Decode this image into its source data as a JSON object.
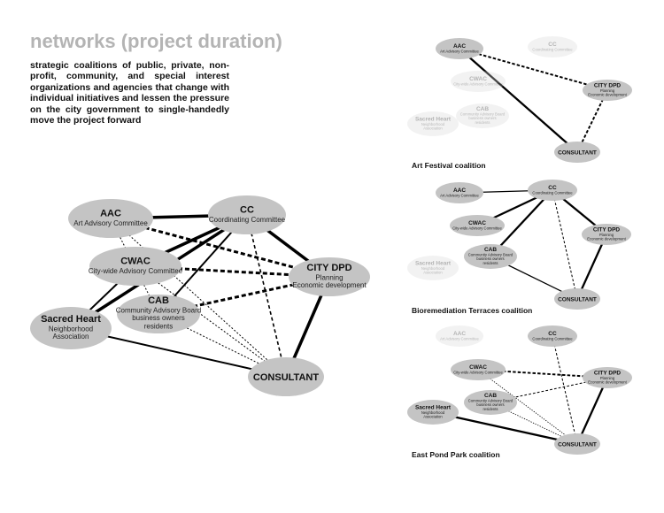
{
  "title": "networks (project duration)",
  "description": "strategic coalitions of public, private, non-profit, community, and special interest organizations and agencies that change with individual initiatives and lessen the pressure on the city government to single-handedly move the project forward",
  "entities": {
    "AAC": {
      "abbr": "AAC",
      "lines": [
        "Art Advisory Committee"
      ]
    },
    "CC": {
      "abbr": "CC",
      "lines": [
        "Coordinating Committee"
      ]
    },
    "CWAC": {
      "abbr": "CWAC",
      "lines": [
        "City-wide Advisory Committee"
      ]
    },
    "CAB": {
      "abbr": "CAB",
      "lines": [
        "Community Advisory Board",
        "business owners",
        "residents"
      ]
    },
    "CITY": {
      "abbr": "CITY DPD",
      "lines": [
        "Planning",
        "Economic development"
      ]
    },
    "SH": {
      "abbr": "Sacred Heart",
      "lines": [
        "Neighborhood",
        "Association"
      ]
    },
    "CONS": {
      "abbr": "CONSULTANT",
      "lines": []
    }
  },
  "networks": [
    {
      "id": "main",
      "caption": "",
      "active": [
        "AAC",
        "CC",
        "CWAC",
        "CAB",
        "CITY",
        "SH",
        "CONS"
      ],
      "edges": [
        [
          "AAC",
          "CC",
          "solid-heavy"
        ],
        [
          "AAC",
          "CITY",
          "dashed-heavy"
        ],
        [
          "AAC",
          "CAB",
          "dotted"
        ],
        [
          "AAC",
          "CONS",
          "dotted"
        ],
        [
          "CC",
          "CITY",
          "solid-heavy"
        ],
        [
          "CC",
          "CWAC",
          "solid-heavy"
        ],
        [
          "CC",
          "CAB",
          "solid"
        ],
        [
          "CC",
          "SH",
          "solid-heavy"
        ],
        [
          "CC",
          "CONS",
          "dashed"
        ],
        [
          "CWAC",
          "CITY",
          "dashed-heavy"
        ],
        [
          "CWAC",
          "SH",
          "solid"
        ],
        [
          "CWAC",
          "CONS",
          "dotted"
        ],
        [
          "CAB",
          "CITY",
          "dashed-heavy"
        ],
        [
          "CAB",
          "CONS",
          "dotted"
        ],
        [
          "CITY",
          "CONS",
          "solid-heavy"
        ],
        [
          "SH",
          "CONS",
          "solid"
        ]
      ]
    },
    {
      "id": "art-festival",
      "caption": "Art Festival coalition",
      "active": [
        "AAC",
        "CITY",
        "CONS"
      ],
      "edges": [
        [
          "AAC",
          "CITY",
          "dashed-heavy"
        ],
        [
          "AAC",
          "CONS",
          "solid-heavy"
        ],
        [
          "CITY",
          "CONS",
          "dashed-heavy"
        ]
      ]
    },
    {
      "id": "bioremediation",
      "caption": "Bioremediation Terraces coalition",
      "active": [
        "AAC",
        "CC",
        "CWAC",
        "CAB",
        "CITY",
        "CONS"
      ],
      "edges": [
        [
          "AAC",
          "CC",
          "solid"
        ],
        [
          "CC",
          "CWAC",
          "solid-heavy"
        ],
        [
          "CC",
          "CAB",
          "solid-heavy"
        ],
        [
          "CC",
          "CITY",
          "solid-heavy"
        ],
        [
          "CC",
          "CONS",
          "dashed"
        ],
        [
          "CAB",
          "CONS",
          "solid"
        ],
        [
          "CITY",
          "CONS",
          "solid-heavy"
        ]
      ]
    },
    {
      "id": "east-pond",
      "caption": "East Pond Park coalition",
      "active": [
        "CC",
        "CWAC",
        "CAB",
        "CITY",
        "SH",
        "CONS"
      ],
      "edges": [
        [
          "CC",
          "CONS",
          "dashed"
        ],
        [
          "CWAC",
          "CITY",
          "dashed-heavy"
        ],
        [
          "CWAC",
          "CONS",
          "dotted"
        ],
        [
          "CAB",
          "CITY",
          "dashed"
        ],
        [
          "CAB",
          "CONS",
          "dotted"
        ],
        [
          "CITY",
          "CONS",
          "solid-heavy"
        ],
        [
          "SH",
          "CONS",
          "solid-heavy"
        ]
      ]
    }
  ]
}
